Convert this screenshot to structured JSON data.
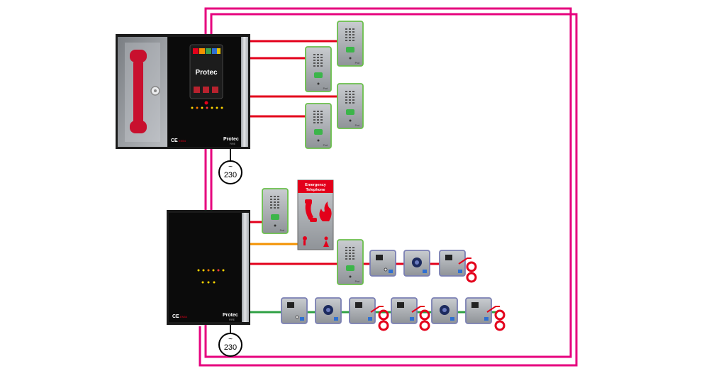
{
  "brand": {
    "name": "Protec",
    "sub": "FIRE",
    "ce": "CE",
    "ce_note": "EN54"
  },
  "power": {
    "symbol": "~",
    "voltage": "230"
  },
  "emergency_panel": {
    "title_line1": "Emergency",
    "title_line2": "Telephone"
  },
  "device_labels": {
    "outstation_label": "Prot"
  },
  "colors": {
    "loop": "#e6007e",
    "red_line": "#e3001b",
    "orange_line": "#f39200",
    "green_line": "#2ea043",
    "outstation_border": "#6abf4b",
    "device_border": "#7a7fb3",
    "panel_black": "#0b0b0b",
    "handset_red": "#c8102e"
  }
}
